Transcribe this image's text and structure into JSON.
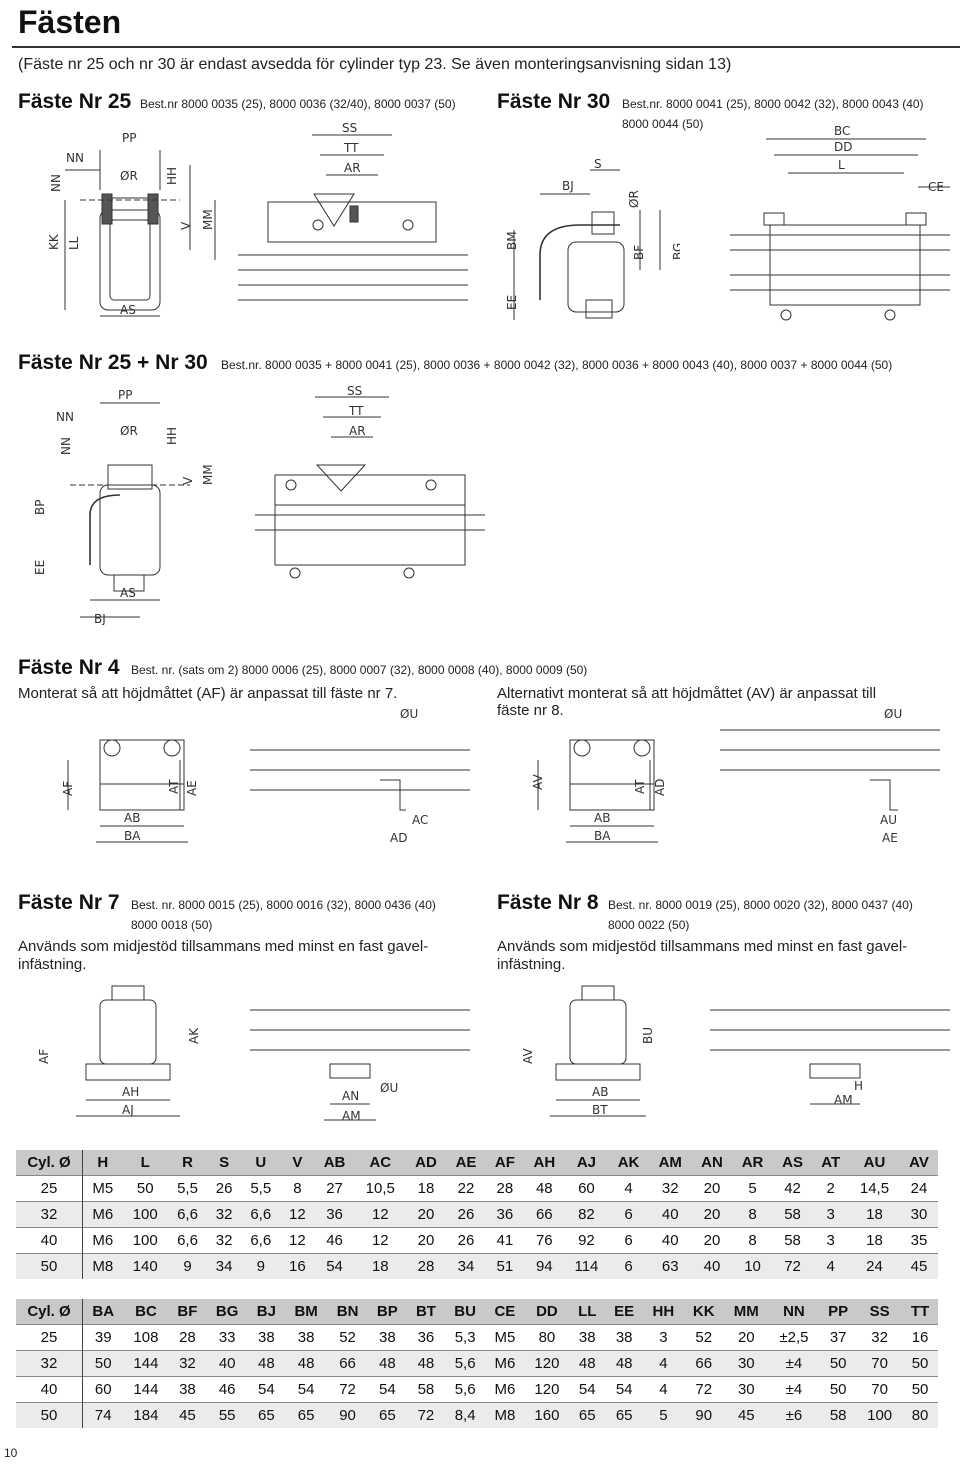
{
  "page": {
    "title": "Fästen",
    "subtitle": "(Fäste nr 25 och nr 30 är endast avsedda för cylinder typ 23. Se även monteringsanvisning sidan 13)",
    "page_number": "10"
  },
  "s25": {
    "title": "Fäste Nr 25",
    "order": "Best.nr 8000 0035 (25), 8000 0036 (32/40), 8000 0037 (50)",
    "labels": [
      "PP",
      "NN",
      "NN",
      "ØR",
      "HH",
      "KK",
      "LL",
      "V",
      "MM",
      "SS",
      "TT",
      "AR",
      "AS"
    ]
  },
  "s30": {
    "title": "Fäste Nr 30",
    "order1": "Best.nr. 8000 0041 (25), 8000 0042 (32), 8000 0043 (40)",
    "order2": "8000 0044 (50)",
    "labels": [
      "S",
      "BJ",
      "BM",
      "EE",
      "ØR",
      "BF",
      "BG",
      "BC",
      "DD",
      "L",
      "CE"
    ]
  },
  "s2530": {
    "title": "Fäste Nr 25 + Nr 30",
    "order": "Best.nr. 8000 0035 + 8000 0041 (25), 8000 0036 + 8000 0042 (32), 8000 0036 + 8000 0043 (40), 8000 0037 + 8000 0044 (50)",
    "labels": [
      "PP",
      "NN",
      "NN",
      "ØR",
      "HH",
      "V",
      "MM",
      "BP",
      "EE",
      "AS",
      "BJ",
      "SS",
      "TT",
      "AR"
    ]
  },
  "s4": {
    "title": "Fäste Nr 4",
    "order": "Best. nr. (sats om 2) 8000 0006 (25), 8000 0007 (32),  8000 0008 (40), 8000 0009 (50)",
    "note_left": "Monterat så att höjdmåttet (AF) är anpassat till fäste nr 7.",
    "note_right1": "Alternativt monterat så att höjdmåttet (AV) är anpassat till",
    "note_right2": "fäste nr 8.",
    "labels_left": [
      "ØU",
      "AF",
      "AT",
      "AE",
      "AB",
      "BA",
      "AC",
      "AD"
    ],
    "labels_right": [
      "ØU",
      "AV",
      "AT",
      "AD",
      "AB",
      "BA",
      "AU",
      "AE"
    ]
  },
  "s7": {
    "title": "Fäste Nr 7",
    "order1": "Best. nr. 8000 0015 (25), 8000 0016 (32), 8000 0436 (40)",
    "order2": "8000 0018 (50)",
    "note1": "Används som midjestöd tillsammans med minst en fast gavel-",
    "note2": "infästning.",
    "labels": [
      "AF",
      "AK",
      "AH",
      "AJ",
      "ØU",
      "AN",
      "AM"
    ]
  },
  "s8": {
    "title": "Fäste Nr 8",
    "order1": "Best. nr. 8000 0019 (25), 8000 0020 (32), 8000 0437 (40)",
    "order2": "8000 0022 (50)",
    "note1": "Används som midjestöd tillsammans med minst en fast gavel-",
    "note2": "infästning.",
    "labels": [
      "AV",
      "BU",
      "AB",
      "BT",
      "H",
      "AM"
    ]
  },
  "table1": {
    "headers": [
      "Cyl. Ø",
      "H",
      "L",
      "R",
      "S",
      "U",
      "V",
      "AB",
      "AC",
      "AD",
      "AE",
      "AF",
      "AH",
      "AJ",
      "AK",
      "AM",
      "AN",
      "AR",
      "AS",
      "AT",
      "AU",
      "AV"
    ],
    "rows": [
      [
        "25",
        "M5",
        "50",
        "5,5",
        "26",
        "5,5",
        "8",
        "27",
        "10,5",
        "18",
        "22",
        "28",
        "48",
        "60",
        "4",
        "32",
        "20",
        "5",
        "42",
        "2",
        "14,5",
        "24"
      ],
      [
        "32",
        "M6",
        "100",
        "6,6",
        "32",
        "6,6",
        "12",
        "36",
        "12",
        "20",
        "26",
        "36",
        "66",
        "82",
        "6",
        "40",
        "20",
        "8",
        "58",
        "3",
        "18",
        "30"
      ],
      [
        "40",
        "M6",
        "100",
        "6,6",
        "32",
        "6,6",
        "12",
        "46",
        "12",
        "20",
        "26",
        "41",
        "76",
        "92",
        "6",
        "40",
        "20",
        "8",
        "58",
        "3",
        "18",
        "35"
      ],
      [
        "50",
        "M8",
        "140",
        "9",
        "34",
        "9",
        "16",
        "54",
        "18",
        "28",
        "34",
        "51",
        "94",
        "114",
        "6",
        "63",
        "40",
        "10",
        "72",
        "4",
        "24",
        "45"
      ]
    ]
  },
  "table2": {
    "headers": [
      "Cyl. Ø",
      "BA",
      "BC",
      "BF",
      "BG",
      "BJ",
      "BM",
      "BN",
      "BP",
      "BT",
      "BU",
      "CE",
      "DD",
      "LL",
      "EE",
      "HH",
      "KK",
      "MM",
      "NN",
      "PP",
      "SS",
      "TT"
    ],
    "rows": [
      [
        "25",
        "39",
        "108",
        "28",
        "33",
        "38",
        "38",
        "52",
        "38",
        "36",
        "5,3",
        "M5",
        "80",
        "38",
        "38",
        "3",
        "52",
        "20",
        "±2,5",
        "37",
        "32",
        "16"
      ],
      [
        "32",
        "50",
        "144",
        "32",
        "40",
        "48",
        "48",
        "66",
        "48",
        "48",
        "5,6",
        "M6",
        "120",
        "48",
        "48",
        "4",
        "66",
        "30",
        "±4",
        "50",
        "70",
        "50"
      ],
      [
        "40",
        "60",
        "144",
        "38",
        "46",
        "54",
        "54",
        "72",
        "54",
        "58",
        "5,6",
        "M6",
        "120",
        "54",
        "54",
        "4",
        "72",
        "30",
        "±4",
        "50",
        "70",
        "50"
      ],
      [
        "50",
        "74",
        "184",
        "45",
        "55",
        "65",
        "65",
        "90",
        "65",
        "72",
        "8,4",
        "M8",
        "160",
        "65",
        "65",
        "5",
        "90",
        "45",
        "±6",
        "58",
        "100",
        "80"
      ]
    ]
  }
}
